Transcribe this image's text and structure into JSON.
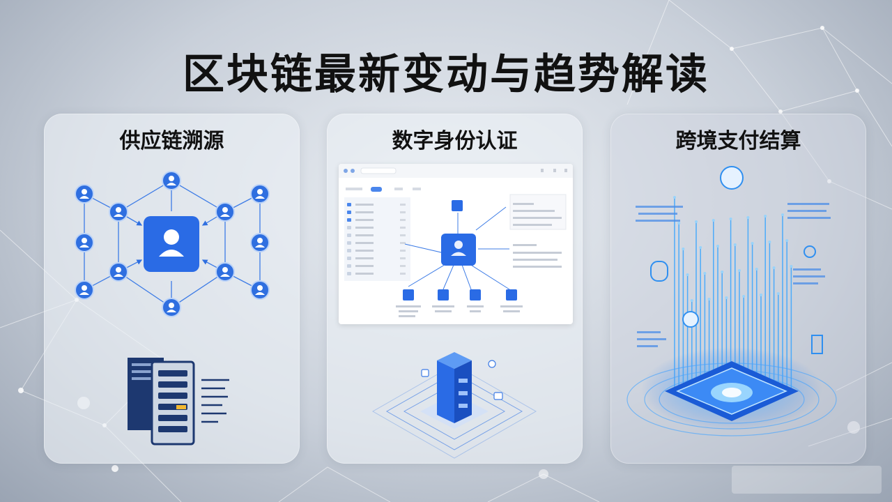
{
  "title": "区块链最新变动与趋势解读",
  "cards": [
    {
      "title": "供应链溯源",
      "illustration": "supply-chain-node-network-and-server-rack"
    },
    {
      "title": "数字身份认证",
      "illustration": "identity-dashboard-window-and-isometric-server"
    },
    {
      "title": "跨境支付结算",
      "illustration": "glowing-platform-with-light-streams"
    }
  ],
  "colors": {
    "accent_blue": "#2e6ce6",
    "node_blue": "#2f6fe0",
    "glow_blue": "#39a6ff",
    "title_text": "#111111"
  }
}
